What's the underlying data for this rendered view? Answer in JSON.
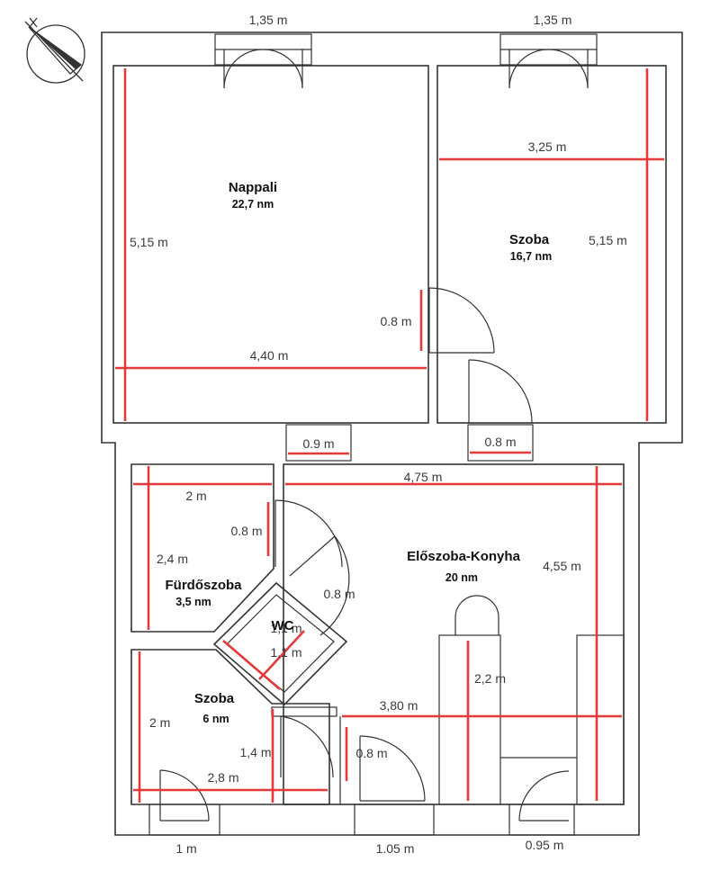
{
  "rooms": {
    "nappali": {
      "name": "Nappali",
      "area": "22,7 nm"
    },
    "szoba_top": {
      "name": "Szoba",
      "area": "16,7 nm"
    },
    "eloszoba": {
      "name": "Előszoba-Konyha",
      "area": "20 nm"
    },
    "furdo": {
      "name": "Fürdőszoba",
      "area": "3,5 nm"
    },
    "wc": {
      "name": "WC"
    },
    "szoba_small": {
      "name": "Szoba",
      "area": "6 nm"
    }
  },
  "dimensions": {
    "window_left": "1,35 m",
    "window_right": "1,35 m",
    "nappali_height": "5,15 m",
    "nappali_width": "4,40 m",
    "nappali_door": "0.8 m",
    "szoba_width": "3,25 m",
    "szoba_height": "5,15 m",
    "door_nappali_hall": "0.9 m",
    "door_szoba_hall": "0.8 m",
    "hall_width": "4,75 m",
    "hall_height": "4,55 m",
    "furdo_width": "2 m",
    "furdo_height": "2,4 m",
    "furdo_door": "0.8 m",
    "wc_door": "0.8 m",
    "wc_width": "1,1 m",
    "wc_height": "1,1 m",
    "kitchen_height": "2,2 m",
    "hall_lower_width": "3,80 m",
    "szoba_small_height": "2 m",
    "szoba_small_door": "1,4 m",
    "szoba_small_width": "2,8 m",
    "lower_door": "0.8 m",
    "bottom_left": "1 m",
    "bottom_mid": "1.05 m",
    "bottom_right": "0.95 m"
  }
}
